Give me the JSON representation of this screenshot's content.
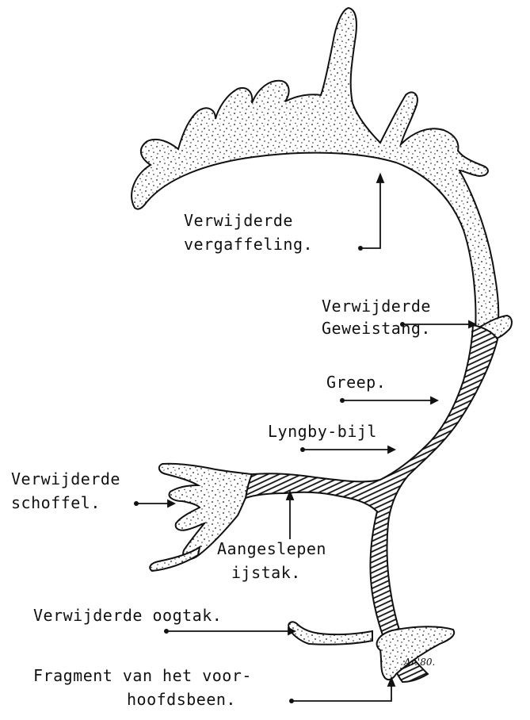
{
  "labels": {
    "vergaffeling_1": "Verwijderde",
    "vergaffeling_2": "vergaffeling.",
    "geweistang_1": "Verwijderde",
    "geweistang_2": "Geweistang.",
    "greep": "Greep.",
    "lyngby": "Lyngby-bijl",
    "schoffel_1": "Verwijderde",
    "schoffel_2": "schoffel.",
    "ijstak_1": "Aangeslepen",
    "ijstak_2": "ijstak.",
    "oogtak": "Verwijderde oogtak.",
    "fragment_1": "Fragment van het voor-",
    "fragment_2": "hoofdsbeen."
  },
  "signature": "Ar.'80.",
  "colors": {
    "ink": "#111111",
    "paper": "#ffffff"
  }
}
